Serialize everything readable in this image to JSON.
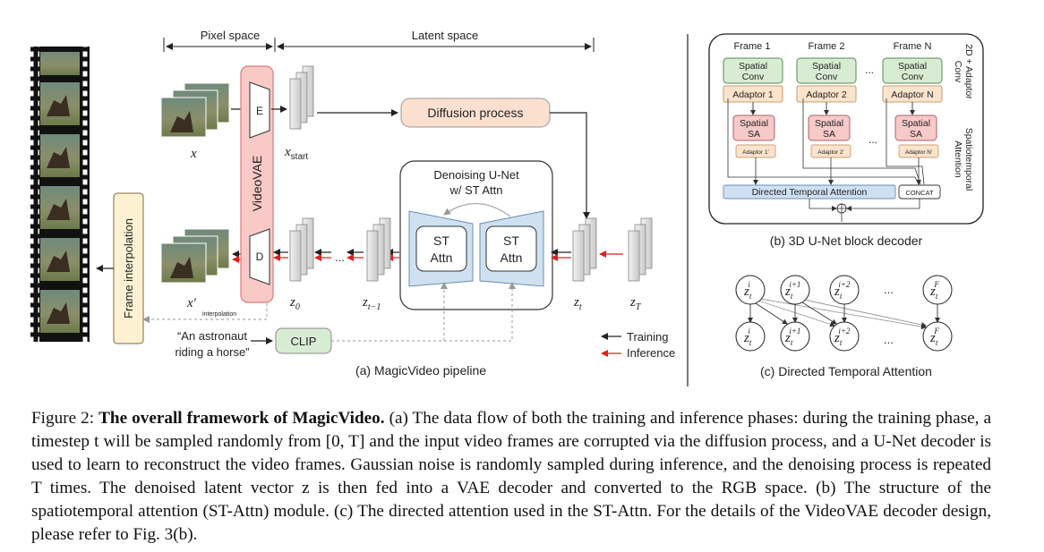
{
  "pipeline": {
    "pixel_space": "Pixel space",
    "latent_space": "Latent space",
    "x": "x",
    "x_prime": "x′",
    "x_start": "x",
    "x_start_sub": "start",
    "vae": "VideoVAE",
    "encoder": "E",
    "decoder": "D",
    "diffusion": "Diffusion process",
    "unet_title_1": "Denoising U-Net",
    "unet_title_2": "w/ ST Attn",
    "st": "ST",
    "attn": "Attn",
    "z0": "z",
    "z0_sub": "0",
    "zt1": "z",
    "zt1_sub": "t−1",
    "zt": "z",
    "zt_sub": "t",
    "zT": "z",
    "zT_sub": "T",
    "ellipsis": "...",
    "frame_interp": "Frame interpolation",
    "interp_note": "interpolation",
    "prompt_1": "“An astronaut",
    "prompt_2": "riding a horse”",
    "clip": "CLIP",
    "legend_training": "Training",
    "legend_inference": "Inference",
    "caption": "(a) MagicVideo pipeline"
  },
  "unet_block": {
    "frames": [
      "Frame 1",
      "Frame 2",
      "Frame N"
    ],
    "spatial_conv": "Spatial Conv",
    "spatial_conv_1": "Spatial",
    "spatial_conv_2": "Conv",
    "adaptors": [
      "Adaptor 1",
      "Adaptor 2",
      "Adaptor N"
    ],
    "spatial_sa_1": "Spatial",
    "spatial_sa_2": "SA",
    "small_adaptors": [
      "Adaptor 1'",
      "Adaptor 2'",
      "Adaptor N'"
    ],
    "dta": "Directed Temporal Attention",
    "concat": "CONCAT",
    "side_1a": "2D + Adaptor",
    "side_1b": "Conv",
    "side_2a": "Spatiotemporal",
    "side_2b": "Attention",
    "ellipsis": "...",
    "caption": "(b) 3D U-Net block decoder"
  },
  "dta_graph": {
    "top_nodes": [
      {
        "base": "z",
        "sub": "t",
        "sup": "i"
      },
      {
        "base": "z",
        "sub": "t",
        "sup": "i+1"
      },
      {
        "base": "z",
        "sub": "t",
        "sup": "i+2"
      },
      {
        "base": "z",
        "sub": "t",
        "sup": "F"
      }
    ],
    "bottom_nodes": [
      {
        "base": "z",
        "sub": "t",
        "sup": "i"
      },
      {
        "base": "z",
        "sub": "t",
        "sup": "i+1"
      },
      {
        "base": "z",
        "sub": "t",
        "sup": "i+2"
      },
      {
        "base": "z",
        "sub": "t",
        "sup": "F"
      }
    ],
    "ellipsis": "...",
    "caption": "(c) Directed Temporal Attention"
  },
  "caption": {
    "label": "Figure 2:",
    "title": "The overall framework of MagicVideo.",
    "body": "(a) The data flow of both the training and inference phases: during the training phase, a timestep t will be sampled randomly from [0, T] and the input video frames are corrupted via the diffusion process, and a U-Net decoder is used to learn to reconstruct the video frames. Gaussian noise is randomly sampled during inference, and the denoising process is repeated T times. The denoised latent vector z is then fed into a VAE decoder and converted to the RGB space. (b) The structure of the spatiotemporal attention (ST-Attn) module. (c) The directed attention used in the ST-Attn. For the details of the VideoVAE decoder design, please refer to Fig. 3(b)."
  },
  "colors": {
    "vae_fill": "#f8c9c6",
    "vae_stroke": "#e07a78",
    "diffusion_fill": "#fbe0cf",
    "interp_fill": "#fdf1d3",
    "st_fill": "#cfe0f1",
    "conv_fill": "#d8ecd3",
    "adaptor_fill": "#fce3cc",
    "sa_fill": "#f7c9c9",
    "dta_fill": "#cfe0f3",
    "inference_arrow": "#e02020"
  }
}
